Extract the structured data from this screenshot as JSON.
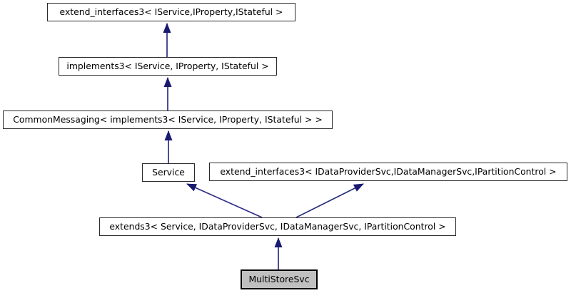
{
  "diagram": {
    "kind": "class-inheritance-graph",
    "arrow_color": "#191970",
    "selected_node_fill": "#c0c0c0",
    "nodes": [
      {
        "id": "extend_interfaces3_service",
        "label": "extend_interfaces3< IService,IProperty,IStateful >",
        "selected": false
      },
      {
        "id": "implements3",
        "label": "implements3< IService, IProperty, IStateful >",
        "selected": false
      },
      {
        "id": "common_messaging",
        "label": "CommonMessaging< implements3< IService, IProperty, IStateful > >",
        "selected": false
      },
      {
        "id": "service",
        "label": "Service",
        "selected": false
      },
      {
        "id": "extend_interfaces3_data",
        "label": "extend_interfaces3< IDataProviderSvc,IDataManagerSvc,IPartitionControl >",
        "selected": false
      },
      {
        "id": "extends3",
        "label": "extends3< Service, IDataProviderSvc, IDataManagerSvc, IPartitionControl >",
        "selected": false
      },
      {
        "id": "multistoresvc",
        "label": "MultiStoreSvc",
        "selected": true
      }
    ],
    "edges": [
      {
        "from": "implements3",
        "to": "extend_interfaces3_service"
      },
      {
        "from": "common_messaging",
        "to": "implements3"
      },
      {
        "from": "service",
        "to": "common_messaging"
      },
      {
        "from": "extends3",
        "to": "service"
      },
      {
        "from": "extends3",
        "to": "extend_interfaces3_data"
      },
      {
        "from": "multistoresvc",
        "to": "extends3"
      }
    ]
  }
}
